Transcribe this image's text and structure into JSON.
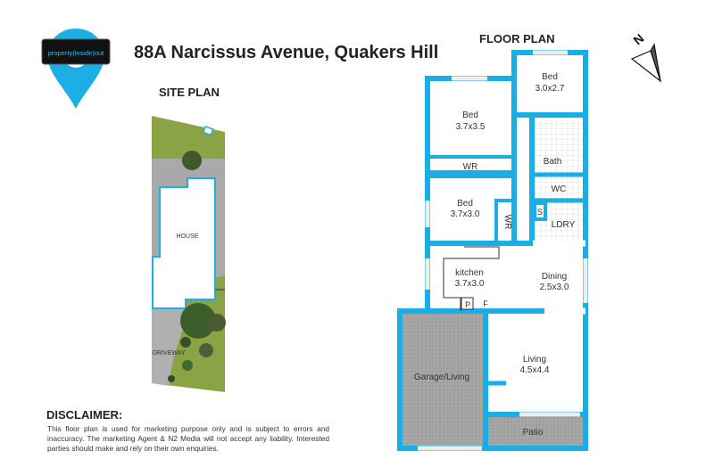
{
  "logo": {
    "text": "property(inside)out",
    "brand_color": "#1eaee6"
  },
  "header": {
    "title": "88A Narcissus Avenue, Quakers Hill"
  },
  "site_plan": {
    "title": "SITE PLAN",
    "house_label": "HOUSE",
    "driveway_label": "DRIVEWAY"
  },
  "floor_plan": {
    "title": "FLOOR PLAN",
    "compass_label": "N",
    "wall_color": "#1aaee6",
    "rooms": [
      {
        "name": "Bed",
        "size": "3.0x2.7"
      },
      {
        "name": "Bed",
        "size": "3.7x3.5"
      },
      {
        "name": "WR"
      },
      {
        "name": "Bath"
      },
      {
        "name": "WC"
      },
      {
        "name": "S"
      },
      {
        "name": "LDRY"
      },
      {
        "name": "Bed",
        "size": "3.7x3.0"
      },
      {
        "name": "WR"
      },
      {
        "name": "kitchen",
        "size": "3.7x3.0"
      },
      {
        "name": "Dining",
        "size": "2.5x3.0"
      },
      {
        "name": "P"
      },
      {
        "name": "F"
      },
      {
        "name": "Living",
        "size": "4.5x4.4"
      },
      {
        "name": "Garage/Living"
      },
      {
        "name": "Patio"
      }
    ]
  },
  "disclaimer": {
    "title": "DISCLAIMER:",
    "text": "This floor plan is used for marketing purpose only and is subject to errors and inaccuracy. The marketing Agent & N2 Media will not accept any liability. Interested parties should make and rely on their own enquiries."
  }
}
